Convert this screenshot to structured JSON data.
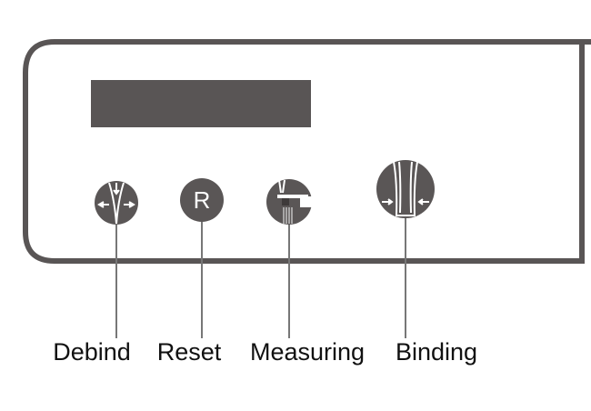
{
  "colors": {
    "panel": "#595555",
    "icon": "#5a5656",
    "line": "#777777"
  },
  "buttons": [
    {
      "id": "debind",
      "label": "Debind",
      "icon": "debind-arrows-icon"
    },
    {
      "id": "reset",
      "label": "Reset",
      "icon": "reset-r-icon",
      "glyph": "R"
    },
    {
      "id": "measuring",
      "label": "Measuring",
      "icon": "caliper-icon"
    },
    {
      "id": "binding",
      "label": "Binding",
      "icon": "binding-arrows-icon"
    }
  ]
}
